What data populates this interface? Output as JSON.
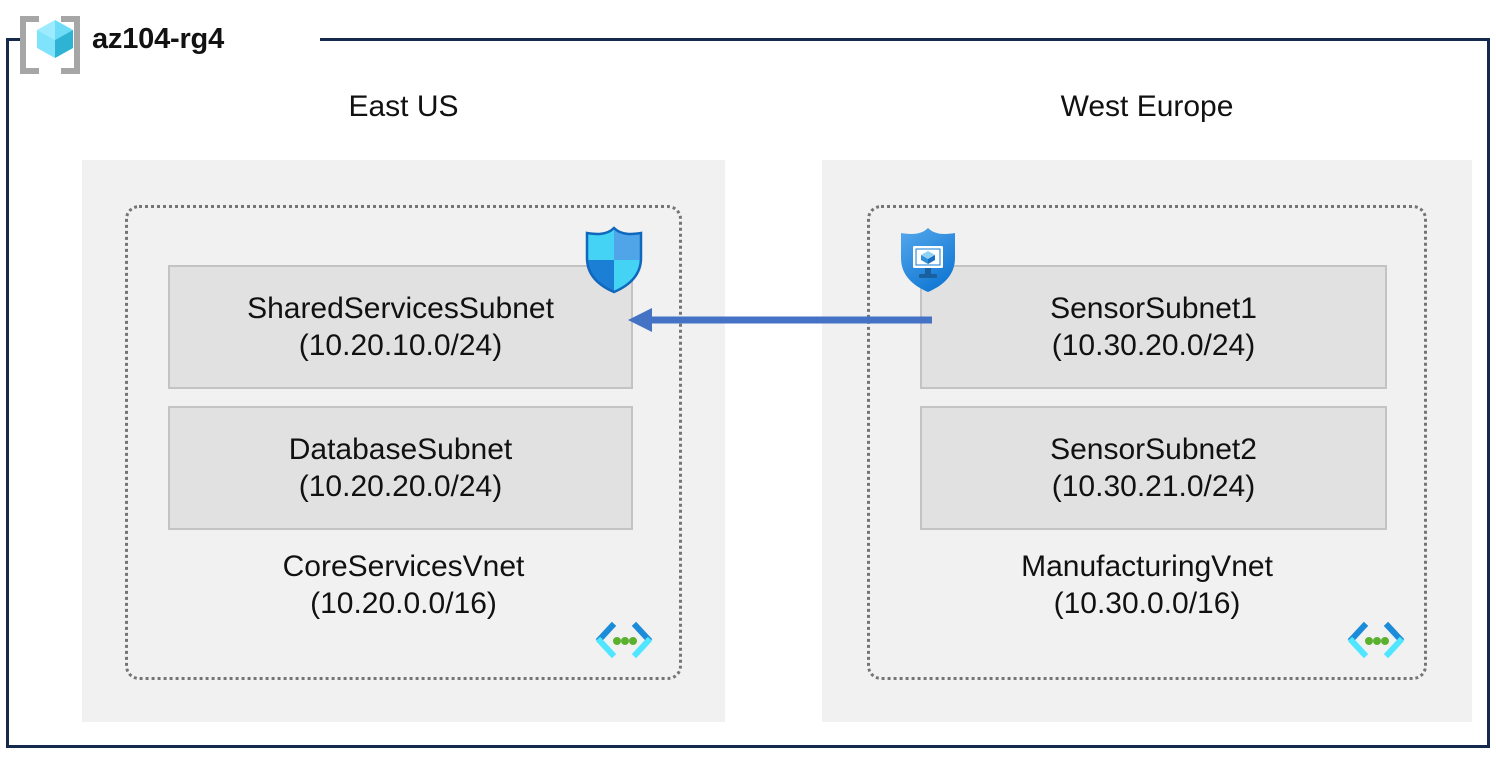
{
  "resource_group": {
    "name": "az104-rg4",
    "icon": "resource-group-cube-icon"
  },
  "colors": {
    "frame": "#14294B",
    "region_fill": "#F1F1F1",
    "vnet_border": "#757575",
    "subnet_fill": "#E1E1E1",
    "subnet_border": "#C3C3C3",
    "arrow": "#4472C4",
    "azure_blue": "#0078D4",
    "azure_cyan": "#50E6FF",
    "vnet_dot_green": "#5BB12F",
    "bracket_gray": "#A6A6A6"
  },
  "regions": [
    {
      "title": "East US",
      "vnet": {
        "name": "CoreServicesVnet",
        "cidr": "(10.20.0.0/16)",
        "icon": "virtual-network-icon",
        "subnets": [
          {
            "name": "SharedServicesSubnet",
            "cidr": "(10.20.10.0/24)",
            "icon": "network-security-group-shield-icon"
          },
          {
            "name": "DatabaseSubnet",
            "cidr": "(10.20.20.0/24)",
            "icon": null
          }
        ]
      }
    },
    {
      "title": "West Europe",
      "vnet": {
        "name": "ManufacturingVnet",
        "cidr": "(10.30.0.0/16)",
        "icon": "virtual-network-icon",
        "subnets": [
          {
            "name": "SensorSubnet1",
            "cidr": "(10.30.20.0/24)",
            "icon": "application-security-group-shield-icon"
          },
          {
            "name": "SensorSubnet2",
            "cidr": "(10.30.21.0/24)",
            "icon": null
          }
        ]
      }
    }
  ],
  "connection": {
    "kind": "peering-arrow",
    "direction": "right-to-left",
    "from": "SensorSubnet1",
    "to": "SharedServicesSubnet",
    "label": ""
  }
}
